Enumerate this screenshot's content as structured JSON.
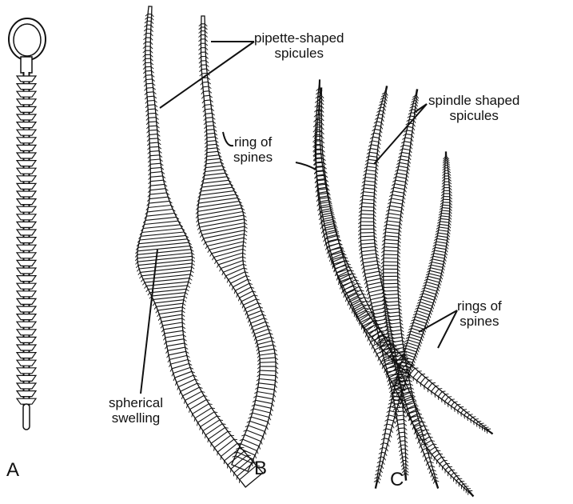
{
  "panels": {
    "a": "A",
    "b": "B",
    "c": "C"
  },
  "labels": {
    "pipette": [
      "pipette-shaped",
      "spicules"
    ],
    "ring": [
      "ring of",
      "spines"
    ],
    "spindle": [
      "spindle shaped",
      "spicules"
    ],
    "rings": [
      "rings of",
      "spines"
    ],
    "swelling": [
      "spherical",
      "swelling"
    ]
  },
  "colors": {
    "ink": "#111111",
    "paper": "#ffffff"
  }
}
